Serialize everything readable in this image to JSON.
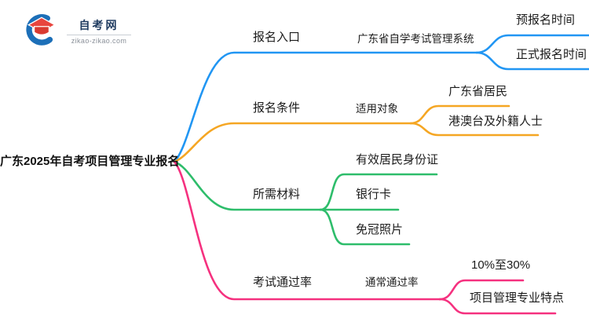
{
  "logo": {
    "title": "自考网",
    "domain": "zikao-zikao.com",
    "icon_colors": {
      "swoosh_blue": "#1c6fb8",
      "cap_red": "#e8453f",
      "cap_red_dark": "#d93a31"
    }
  },
  "root": {
    "label": "广东2025年自考项目管理专业报名"
  },
  "colors": {
    "blue": "#2196f3",
    "orange": "#f5a623",
    "green": "#2ebd6b",
    "pink": "#f5317f"
  },
  "branches": [
    {
      "label": "报名入口",
      "color": "#2196f3",
      "children": [
        {
          "label": "广东省自学考试管理系统",
          "children": [
            {
              "label": "预报名时间"
            },
            {
              "label": "正式报名时间"
            }
          ]
        }
      ]
    },
    {
      "label": "报名条件",
      "color": "#f5a623",
      "children": [
        {
          "label": "适用对象",
          "children": [
            {
              "label": "广东省居民"
            },
            {
              "label": "港澳台及外籍人士"
            }
          ]
        }
      ]
    },
    {
      "label": "所需材料",
      "color": "#2ebd6b",
      "children": [
        {
          "label": "有效居民身份证"
        },
        {
          "label": "银行卡"
        },
        {
          "label": "免冠照片"
        }
      ]
    },
    {
      "label": "考试通过率",
      "color": "#f5317f",
      "children": [
        {
          "label": "通常通过率",
          "children": [
            {
              "label": "10%至30%"
            },
            {
              "label": "项目管理专业特点"
            }
          ]
        }
      ]
    }
  ]
}
